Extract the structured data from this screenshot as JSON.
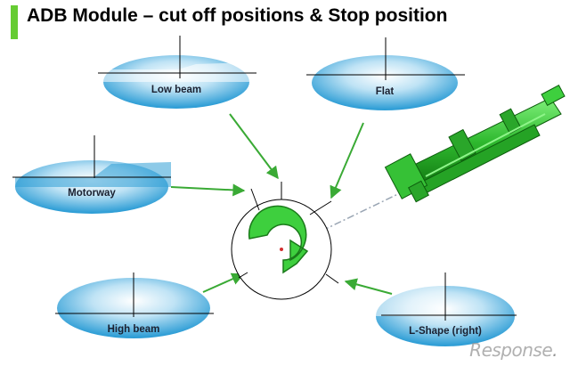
{
  "title": "ADB Module – cut off positions & Stop position",
  "accent_color": "#66cc33",
  "beam_patterns": [
    {
      "id": "low-beam",
      "label": "Low beam"
    },
    {
      "id": "flat",
      "label": "Flat"
    },
    {
      "id": "motorway",
      "label": "Motorway"
    },
    {
      "id": "high-beam",
      "label": "High beam"
    },
    {
      "id": "l-shape-right",
      "label": "L-Shape (right)"
    }
  ],
  "watermark": {
    "prefix": "R",
    "text": "esponse",
    "suffix": "."
  },
  "icons": [
    "rotation-arrow-icon",
    "actuator-module-icon"
  ]
}
